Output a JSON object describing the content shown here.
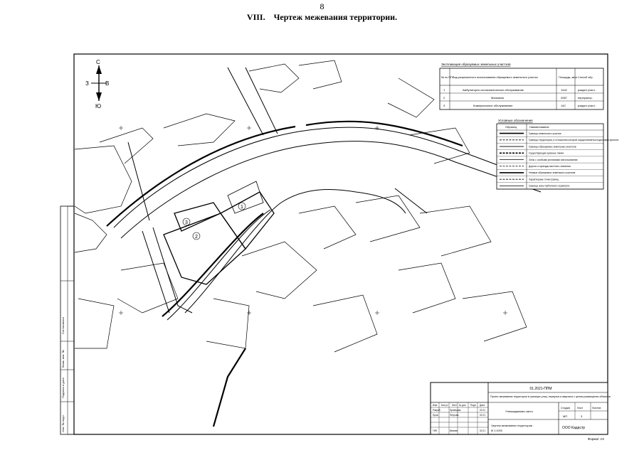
{
  "page": {
    "number": "8",
    "section_roman": "VIII.",
    "section_title": "Чертеж межевания территории."
  },
  "compass": {
    "north": "С",
    "south": "Ю",
    "west": "З",
    "east": "В"
  },
  "parcels_table": {
    "caption": "Экспликация образуемых земельных участков",
    "headers": [
      "№ по ПП",
      "Вид разрешенного использования образуемого земельного участка",
      "Площадь, кв.м",
      "Способ обр."
    ],
    "rows": [
      [
        "1",
        "Амбулаторно-поликлиническое обслуживание",
        "1442",
        "раздел участ."
      ],
      [
        "2",
        "Магазины",
        "2067",
        "перераспр."
      ],
      [
        "3",
        "Коммунальное обслуживание",
        "142",
        "раздел участ."
      ]
    ]
  },
  "legend": {
    "caption": "Условные обозначения",
    "headers": [
      "Образец",
      "Наименование"
    ],
    "items": [
      "Границы земельного участка",
      "Границы территории, в отношении которой осуществляется подготовка проекта",
      "Границы образуемых земельных участков",
      "Существующие красные линии",
      "Зоны с особыми условиями использования",
      "Дороги и проезды местного значения",
      "Номера образуемых земельных участков",
      "Характерные точки границ",
      "Граница зоны публичного сервитута"
    ]
  },
  "map_labels": [
    "1",
    "2",
    "3"
  ],
  "title_block": {
    "doc_code": "01.2021-ППМ",
    "description": "Проект межевания территории в границах улиц, переулка и квартала с целью размещения объектов",
    "stage_label": "Стадия",
    "sheet_label": "Лист",
    "sheets_label": "Листов",
    "stage_value": "МП",
    "sheet_value": "3",
    "sheets_value": "",
    "sheet_name": "Чертеж межевания территории",
    "scale": "М 1:1000",
    "organization": "ООО Кадастр",
    "roles": [
      "Изм.",
      "Кол.уч",
      "Лист",
      "№ док.",
      "Подп.",
      "Дата",
      "Разраб.",
      "Пров.",
      "ГИП"
    ],
    "names": [
      "Кузнецова",
      "Петрова",
      "Иванов"
    ],
    "dates": [
      "02.21",
      "02.21",
      "02.21"
    ],
    "doc_name": "Утверждаемая часть",
    "format": "Формат А3"
  },
  "side_stamp": {
    "labels": [
      "Согласовано",
      "Взам. инв. №",
      "Подпись и дата",
      "Инв. № подл."
    ]
  }
}
